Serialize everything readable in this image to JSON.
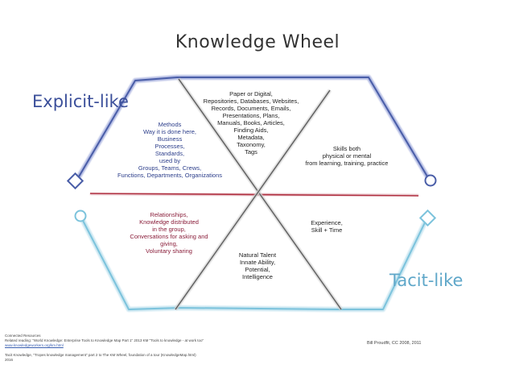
{
  "title": "Knowledge Wheel",
  "explicit_label": "Explicit-like",
  "tacit_label": "Tacit-like",
  "segments": {
    "top_left": [
      "Methods",
      "Way it is done here,",
      "Business",
      "Processes,",
      "Standards,",
      "used by",
      "Groups, Teams, Crews,",
      "Functions, Departments, Organizations"
    ],
    "top": [
      "Paper or Digital,",
      "Repositories, Databases, Websites,",
      "Records, Documents, Emails,",
      "Presentations, Plans,",
      "Manuals, Books, Articles,",
      "Finding Aids,",
      "Metadata,",
      "Taxonomy,",
      "Tags"
    ],
    "top_right": [
      "Skills both",
      "physical or mental",
      "from learning, training, practice"
    ],
    "bottom_left": [
      "Relationships,",
      "Knowledge distributed",
      "in the group,",
      "Conversations for asking and",
      "giving,",
      "Voluntary sharing"
    ],
    "bottom": [
      "Natural Talent",
      "Innate Ability,",
      "Potential,",
      "Intelligence"
    ],
    "bottom_right": [
      "Experience,",
      "Skill + Time"
    ]
  },
  "footer": {
    "lines": [
      "Connected Resources",
      "Related reading:   \"World Knowledge: Enterprise Tools to Knowledge Map Part 1\" 2013 KM \"Tools to knowledge - at work too\"",
      "Tacit Knowledge, \"Tropes knowledge management\" part 2 to    The KM Wheel, foundation of a tour (KnowledgeMap.html)"
    ],
    "link": "www.knowledgeworkers.org/km.html",
    "tail": "2016",
    "credit": "Bill Proudfit, CC 2008, 2011"
  },
  "colors": {
    "explicit": "#3b4f9a",
    "tacit": "#7cc3dc",
    "divider_red": "#b03040",
    "spoke": "#555555"
  }
}
